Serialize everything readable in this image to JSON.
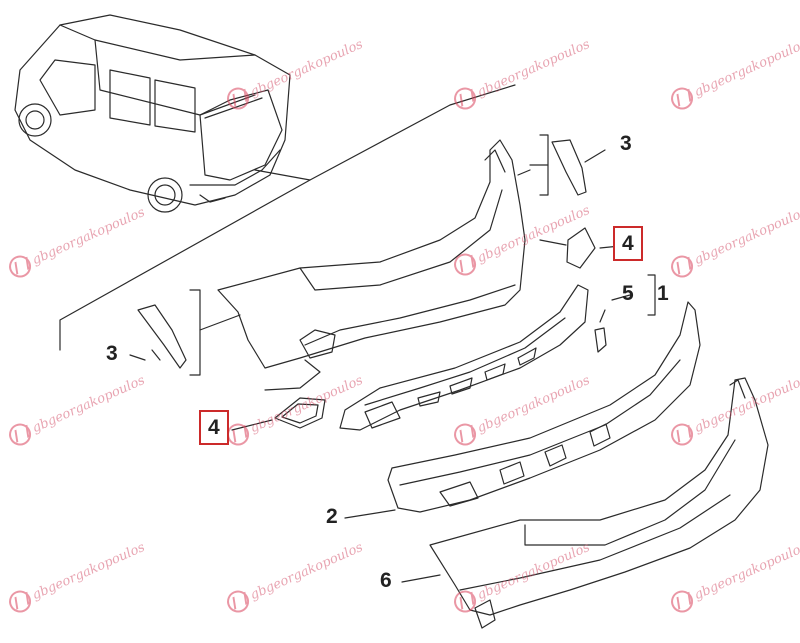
{
  "callouts": {
    "c1": "1",
    "c2": "2",
    "c3a": "3",
    "c3b": "3",
    "c4a": "4",
    "c4b": "4",
    "c5": "5",
    "c6": "6"
  },
  "watermark": {
    "text": "gbgeorgakopoulos",
    "color": "#d9435c"
  },
  "colors": {
    "line": "#2b2b2b",
    "highlight_box": "#cc2a2a"
  }
}
